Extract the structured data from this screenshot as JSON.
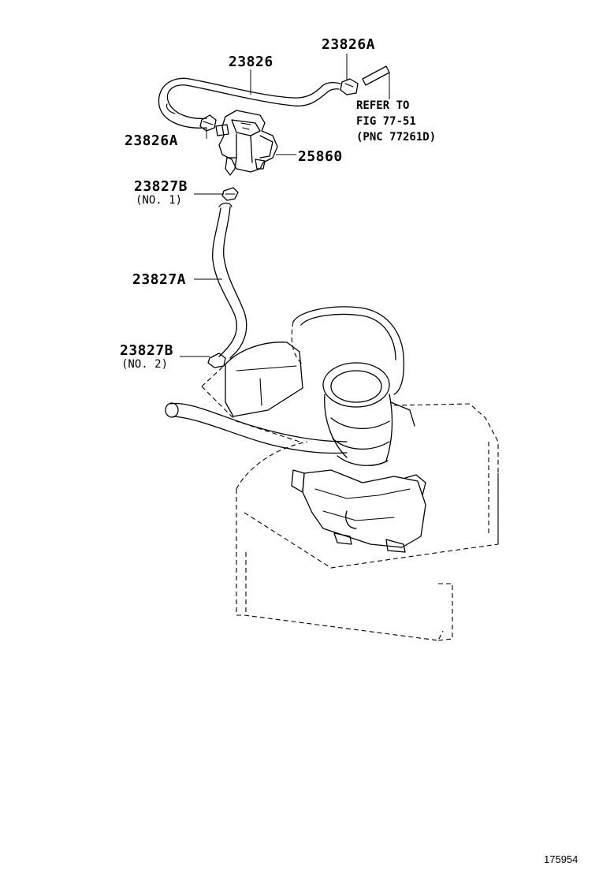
{
  "labels": {
    "hose_top": "23826",
    "clamp_top_right": "23826A",
    "clamp_left": "23826A",
    "vsv": "25860",
    "clip_no1": "23827B",
    "clip_no1_sub": "(NO. 1)",
    "hose_lower": "23827A",
    "clip_no2": "23827B",
    "clip_no2_sub": "(NO. 2)"
  },
  "reference": {
    "line1": "REFER TO",
    "line2": "FIG 77-51",
    "line3": "(PNC 77261D)"
  },
  "illustration_number": "175954"
}
